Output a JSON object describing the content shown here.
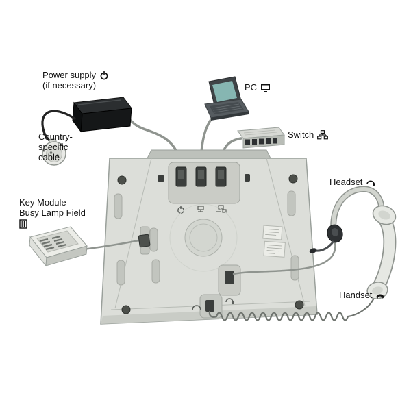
{
  "diagram": {
    "type": "hardware-connection-diagram",
    "subject": "Desk phone rear connection panel with peripherals",
    "labels": {
      "power_supply": {
        "line1": "Power supply",
        "line2": "(if necessary)"
      },
      "country_cable": {
        "line1": "Country-",
        "line2": "specific",
        "line3": "cable"
      },
      "pc": "PC",
      "switch": "Switch",
      "headset": "Headset",
      "handset": "Handset",
      "key_module": {
        "line1": "Key Module",
        "line2": "Busy Lamp Field"
      }
    },
    "icons": {
      "power": "standby-power-symbol",
      "pc": "monitor-symbol",
      "switch": "lan-network-symbol",
      "headset": "headband-earpiece-symbol",
      "handset": "receiver-symbol",
      "key_module": "module-with-keys-symbol"
    },
    "colors": {
      "phone_body": "#dcded9",
      "phone_edge": "#9aa09b",
      "recess": "#caccc6",
      "connector_dark": "#3b3e3c",
      "cable_gray": "#8f948f",
      "power_cable_black": "#232323",
      "laptop_screen": "#86b6b2",
      "brick_black": "#1b1d1f",
      "label_text": "#111111",
      "background": "#ffffff"
    }
  }
}
